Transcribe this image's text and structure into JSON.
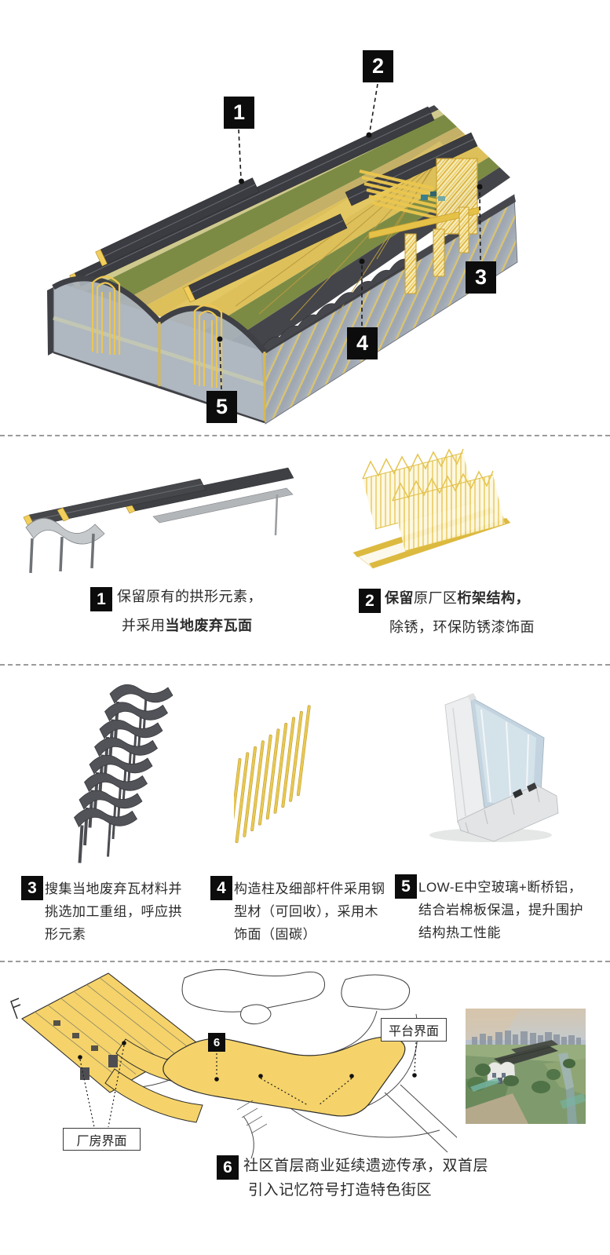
{
  "hero": {
    "markers": [
      "1",
      "2",
      "3",
      "4",
      "5"
    ]
  },
  "captions": {
    "c1": {
      "num": "1",
      "line1": "保留原有的拱形元素，",
      "line2_pre": "并采用",
      "line2_bold": "当地废弃瓦面"
    },
    "c2": {
      "num": "2",
      "line1_bold1": "保留",
      "line1_mid": "原厂区",
      "line1_bold2": "桁架结构，",
      "line2": "除锈，环保防锈漆饰面"
    },
    "c3": {
      "num": "3",
      "line1": "搜集当地废弃瓦材料并",
      "line2": "挑选加工重组，呼应拱",
      "line3": "形元素"
    },
    "c4": {
      "num": "4",
      "line1": "构造柱及细部杆件采用钢",
      "line2": "型材（可回收），采用木",
      "line3": "饰面（固碳）"
    },
    "c5": {
      "num": "5",
      "line1": "LOW-E中空玻璃+断桥铝，",
      "line2": "结合岩棉板保温，提升围护",
      "line3": "结构热工性能"
    },
    "c6": {
      "num": "6",
      "line1": "社区首层商业延续遗迹传承，双首层",
      "line2": "引入记忆符号打造特色街区"
    }
  },
  "plan": {
    "marker": "6",
    "label_platform": "平台界面",
    "label_factory": "厂房界面"
  },
  "colors": {
    "accent_yellow": "#f2cf5b",
    "plan_yellow": "#f5d36a",
    "roof_dark": "#3e3f43",
    "green_roof": "#7c8b44",
    "glass_wall": "#a9b2bc",
    "marker_bg": "#0c0c0c",
    "text": "#2d2d2d"
  }
}
